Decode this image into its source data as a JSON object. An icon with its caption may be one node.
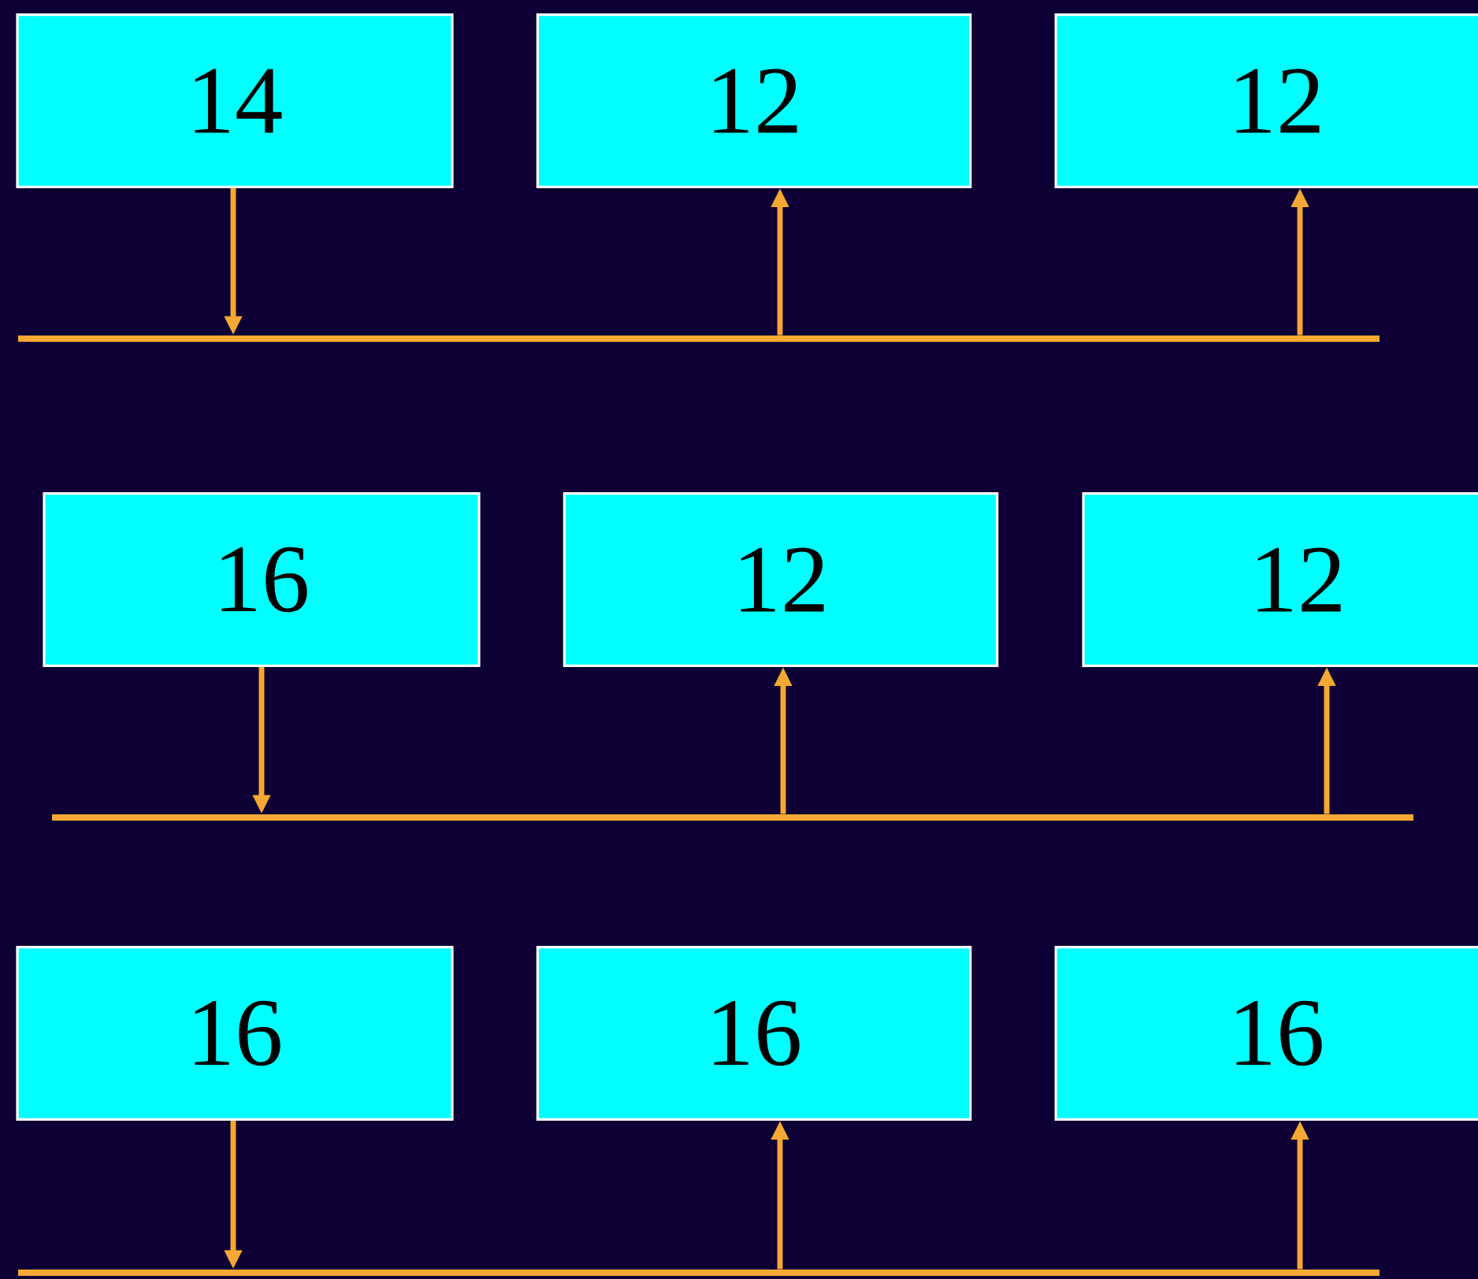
{
  "diagram": {
    "nodes": [
      {
        "text": [
          "14"
        ]
      },
      {
        "text": [
          "12"
        ]
      },
      {
        "text": [
          "12"
        ]
      },
      {
        "text": [],
        "shape": "bar"
      },
      {
        "text": [
          "16"
        ]
      },
      {
        "text": [
          "12"
        ]
      },
      {
        "text": [
          "12"
        ]
      },
      {
        "text": [],
        "shape": "bar"
      },
      {
        "text": [
          "16"
        ]
      },
      {
        "text": [
          "16"
        ]
      },
      {
        "text": [
          "16"
        ]
      },
      {
        "text": [],
        "shape": "bar"
      }
    ],
    "edges": [
      {
        "from": 0,
        "to": 3,
        "arrow": "to"
      },
      {
        "from": 3,
        "to": 1,
        "arrow": "to"
      },
      {
        "from": 3,
        "to": 2,
        "arrow": "to"
      },
      {
        "from": 4,
        "to": 7,
        "arrow": "to"
      },
      {
        "from": 7,
        "to": 5,
        "arrow": "to"
      },
      {
        "from": 7,
        "to": 6,
        "arrow": "to"
      },
      {
        "from": 8,
        "to": 11,
        "arrow": "to"
      },
      {
        "from": 11,
        "to": 9,
        "arrow": "to"
      },
      {
        "from": 11,
        "to": 10,
        "arrow": "to"
      }
    ]
  }
}
